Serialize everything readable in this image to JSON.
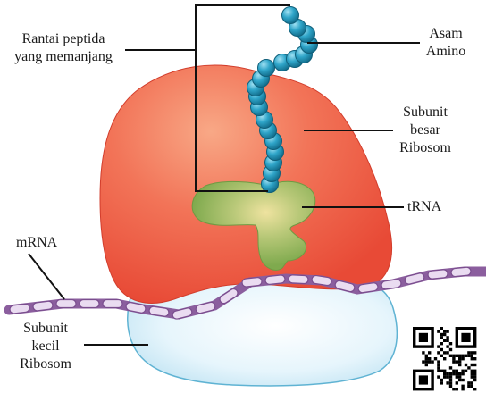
{
  "labels": {
    "polypeptide": [
      "Rantai peptida",
      "yang memanjang"
    ],
    "amino_acid": [
      "Asam",
      "Amino"
    ],
    "large_subunit": [
      "Subunit",
      "besar",
      "Ribosom"
    ],
    "trna": "tRNA",
    "mrna": "mRNA",
    "small_subunit": [
      "Subunit",
      "kecil",
      "Ribosom"
    ]
  },
  "colors": {
    "large_subunit": "#ef5a44",
    "small_subunit": "#dff1fa",
    "trna": "#8fb85a",
    "amino_acid": "#2e9dc4",
    "mrna": "#c9a6d8",
    "leader_line": "#111111"
  },
  "icons": [
    "qr-code-icon"
  ]
}
